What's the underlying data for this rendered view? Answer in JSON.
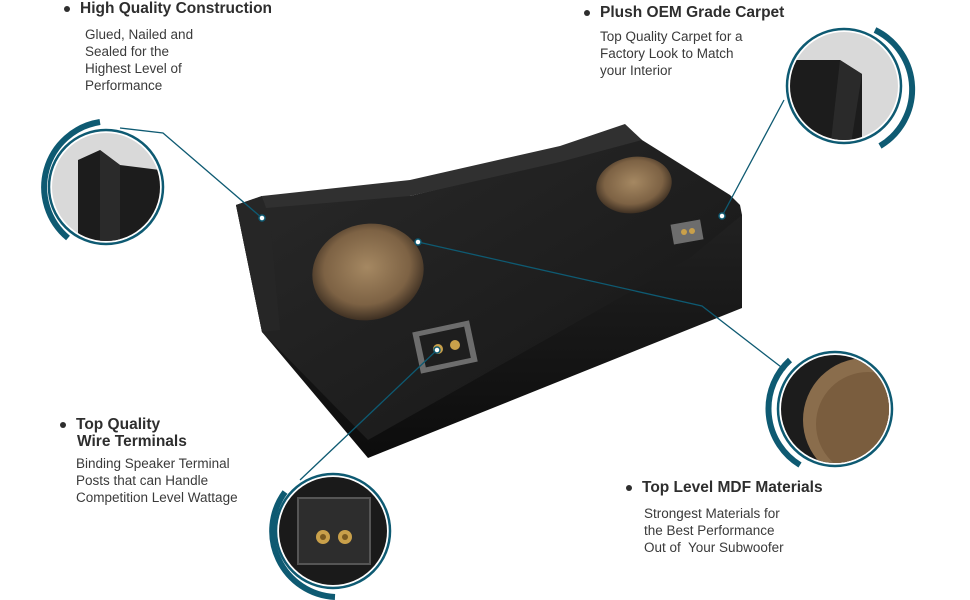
{
  "callouts": {
    "construction": {
      "title": "High Quality Construction",
      "lines": [
        "Glued, Nailed and",
        "Sealed for the",
        "Highest Level of",
        "Performance"
      ]
    },
    "carpet": {
      "title": "Plush OEM Grade Carpet",
      "lines": [
        "Top Quality Carpet for a",
        "Factory Look to Match",
        "your Interior"
      ]
    },
    "terminals": {
      "title_line1": "Top Quality",
      "title_line2": "Wire Terminals",
      "lines": [
        "Binding Speaker Terminal",
        "Posts that can Handle",
        "Competition Level Wattage"
      ]
    },
    "mdf": {
      "title": "Top Level MDF Materials",
      "lines": [
        "Strongest Materials for",
        "the Best Performance",
        "Out of  Your Subwoofer"
      ]
    }
  },
  "colors": {
    "accent": "#0e5a72",
    "enclosure": "#1b1b1b",
    "mdf": "#8a6d4c"
  }
}
